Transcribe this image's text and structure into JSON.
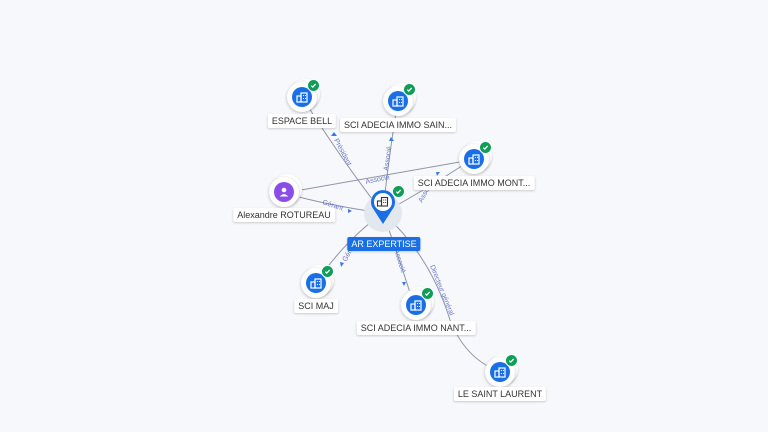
{
  "colors": {
    "company_blue": "#1a6fe6",
    "person_purple": "#8a4de8",
    "verified_green": "#0f9d58",
    "edge_gray": "#8e95a9",
    "edge_label": "#6b78c8"
  },
  "center": {
    "label": "AR EXPERTISE",
    "icon": "building-icon",
    "verified": true
  },
  "nodes": [
    {
      "id": "espace-bell",
      "label": "ESPACE BELL",
      "icon": "building-icon",
      "verified": true
    },
    {
      "id": "sci-adecia-sain",
      "label": "SCI ADECIA IMMO SAIN...",
      "icon": "building-icon",
      "verified": true
    },
    {
      "id": "sci-adecia-mont",
      "label": "SCI ADECIA IMMO MONT...",
      "icon": "building-icon",
      "verified": true
    },
    {
      "id": "alexandre",
      "label": "Alexandre ROTUREAU",
      "icon": "person-icon",
      "verified": false
    },
    {
      "id": "sci-maj",
      "label": "SCI MAJ",
      "icon": "building-icon",
      "verified": true
    },
    {
      "id": "sci-adecia-nant",
      "label": "SCI ADECIA IMMO NANT...",
      "icon": "building-icon",
      "verified": true
    },
    {
      "id": "le-saint-laurent",
      "label": "LE SAINT LAURENT",
      "icon": "building-icon",
      "verified": true
    }
  ],
  "edges": [
    {
      "label": "Président"
    },
    {
      "label": "Associé"
    },
    {
      "label": "Associé"
    },
    {
      "label": "Associé"
    },
    {
      "label": "Gérant"
    },
    {
      "label": "Gérant"
    },
    {
      "label": "Associé"
    },
    {
      "label": "Directeur général"
    }
  ]
}
